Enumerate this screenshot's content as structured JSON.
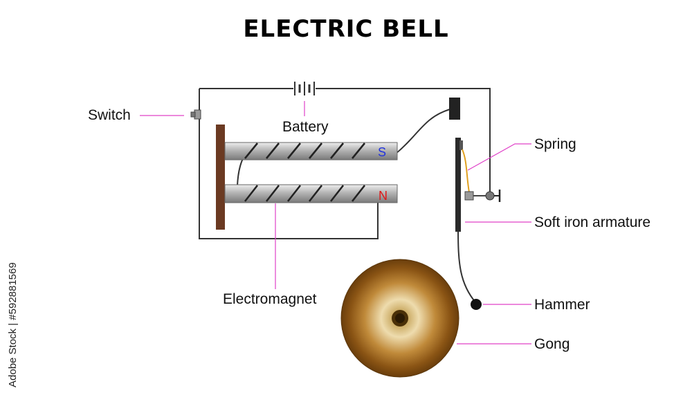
{
  "title": "ELECTRIC BELL",
  "labels": {
    "switch": "Switch",
    "battery": "Battery",
    "spring": "Spring",
    "soft_iron_armature": "Soft iron armature",
    "electromagnet": "Electromagnet",
    "hammer": "Hammer",
    "gong": "Gong"
  },
  "poles": {
    "south": "S",
    "north": "N"
  },
  "watermark": "Adobe Stock | #592881569",
  "colors": {
    "wire": "#333333",
    "leader_line": "#e040c8",
    "pole_s": "#2233dd",
    "pole_n": "#e01818",
    "bar_wood": "#6b3a22",
    "rod": "#a8a8a8",
    "spring": "#e0a020",
    "gong_outer": "#7a4a10",
    "gong_inner": "#e8d4a0"
  }
}
